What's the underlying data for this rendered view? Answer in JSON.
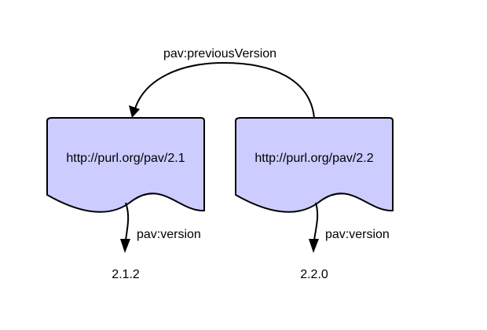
{
  "colors": {
    "document_fill": "#ccccff",
    "stroke": "#000000",
    "background": "#ffffff"
  },
  "nodes": {
    "doc_21": {
      "label": "http://purl.org/pav/2.1"
    },
    "doc_22": {
      "label": "http://purl.org/pav/2.2"
    },
    "value_212": {
      "label": "2.1.2"
    },
    "value_220": {
      "label": "2.2.0"
    }
  },
  "edges": {
    "previous_version": {
      "label": "pav:previousVersion"
    },
    "version_21": {
      "label": "pav:version"
    },
    "version_22": {
      "label": "pav:version"
    }
  }
}
